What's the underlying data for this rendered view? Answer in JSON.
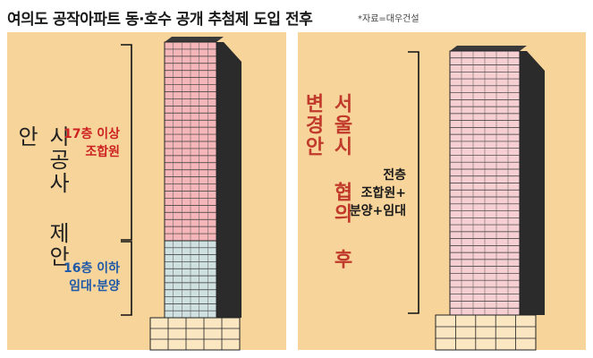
{
  "title": "여의도 공작아파트 동·호수 공개 추첨제 도입 전후",
  "source": "*자료=대우건설",
  "left_panel": {
    "heading": "시공사 제안안",
    "upper_label": [
      "17층 이상",
      "조합원"
    ],
    "lower_label": [
      "16층 이하",
      "임대·분양"
    ]
  },
  "right_panel": {
    "heading": "서울시 협의 후 변경안",
    "label": [
      "전층",
      "조합원+",
      "분양+임대"
    ]
  },
  "colors": {
    "panel_bg": "#f7d49a",
    "upper_floors": "#f4b6b8",
    "lower_floors": "#cfe0e0",
    "right_floors": "#f6cfd2",
    "upper_text": "#cc2222",
    "lower_text": "#1f5aa8",
    "heading_right": "#c0392b"
  }
}
